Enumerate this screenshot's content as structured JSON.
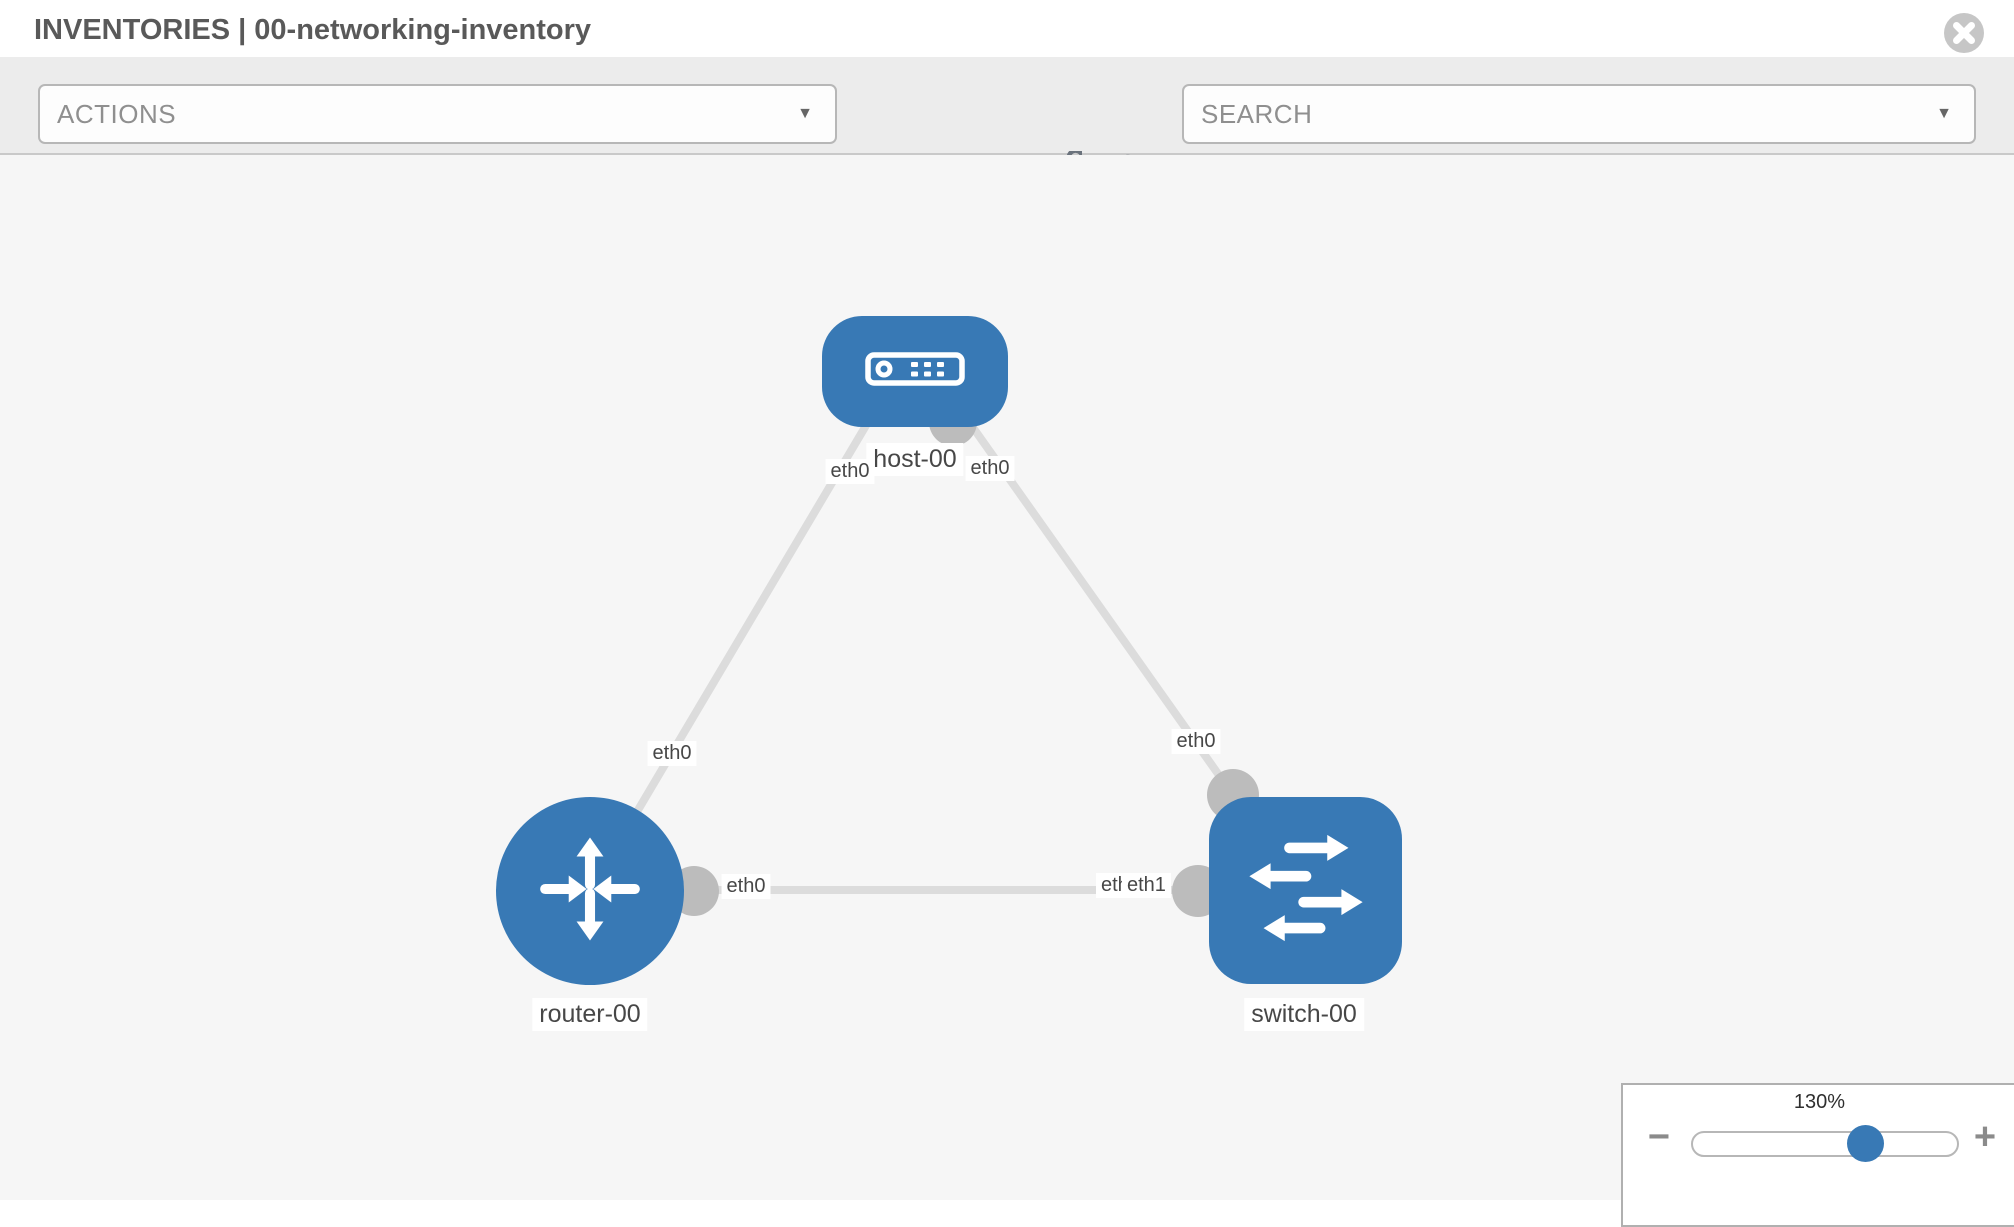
{
  "header": {
    "title": "INVENTORIES | 00-networking-inventory"
  },
  "toolbar": {
    "actions_label": "ACTIONS",
    "search_label": "SEARCH",
    "caret": "▼"
  },
  "icons": {
    "header_close": "close-icon",
    "toolbar": [
      "wrench-icon",
      "key-icon"
    ]
  },
  "topology": {
    "nodes": {
      "host": {
        "label": "host-00",
        "type": "host"
      },
      "router": {
        "label": "router-00",
        "type": "router"
      },
      "switch": {
        "label": "switch-00",
        "type": "switch"
      }
    },
    "interfaces": {
      "host_to_router": "eth0",
      "router_to_host": "eth0",
      "host_to_switch": "eth0",
      "switch_to_host": "eth0",
      "router_to_switch": "eth0",
      "switch_to_router": "eth1",
      "switch_to_router_overlapped": "eth0"
    },
    "links": [
      {
        "source": "host-00",
        "source_interface": "eth0",
        "target": "router-00",
        "target_interface": "eth0"
      },
      {
        "source": "host-00",
        "source_interface": "eth0",
        "target": "switch-00",
        "target_interface": "eth0"
      },
      {
        "source": "router-00",
        "source_interface": "eth0",
        "target": "switch-00",
        "target_interface": "eth1"
      }
    ]
  },
  "zoom_control": {
    "level": "130%",
    "minus": "−",
    "plus": "+"
  },
  "colors": {
    "node_blue": "#3879b5",
    "link_gray": "#dcdcdc",
    "interface_gray": "#bcbcbc",
    "toolbar_bg": "#ececec",
    "canvas_bg": "#f6f6f6"
  }
}
